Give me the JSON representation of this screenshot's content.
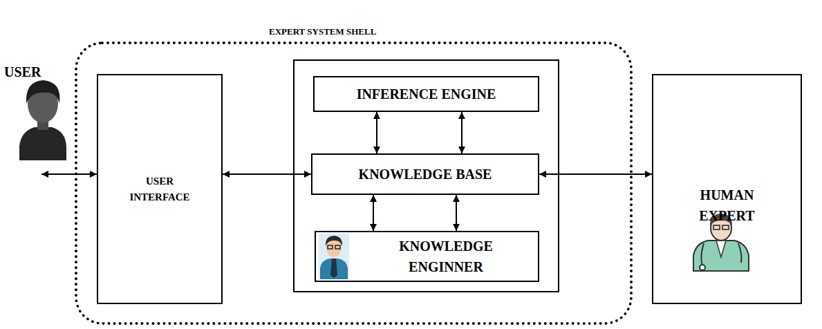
{
  "diagram": {
    "nodes": [
      {
        "text": [
          "EXPERT SYSTEM SHELL"
        ]
      },
      {
        "text": [
          "USER INTERFACE"
        ],
        "in": 0
      },
      {
        "text": [
          "INFERENCE ENGINE"
        ],
        "in": 0
      },
      {
        "text": [
          "KNOWLEDGE BASE"
        ],
        "in": 0
      },
      {
        "text": [
          "KNOWLEDGE ENGINNER"
        ],
        "in": 0
      },
      {
        "text": [
          "HUMAN EXPERT"
        ]
      }
    ],
    "edges": [
      {
        "from": 2,
        "to": 3,
        "arrow": "both"
      },
      {
        "from": 2,
        "to": 3,
        "arrow": "both"
      },
      {
        "from": 1,
        "to": 3,
        "arrow": "both"
      },
      {
        "from": 3,
        "to": 5,
        "arrow": "both"
      },
      {
        "from": 3,
        "to": 4,
        "arrow": "both"
      },
      {
        "from": 3,
        "to": 4,
        "arrow": "both"
      }
    ],
    "labels": [
      "USER"
    ]
  }
}
